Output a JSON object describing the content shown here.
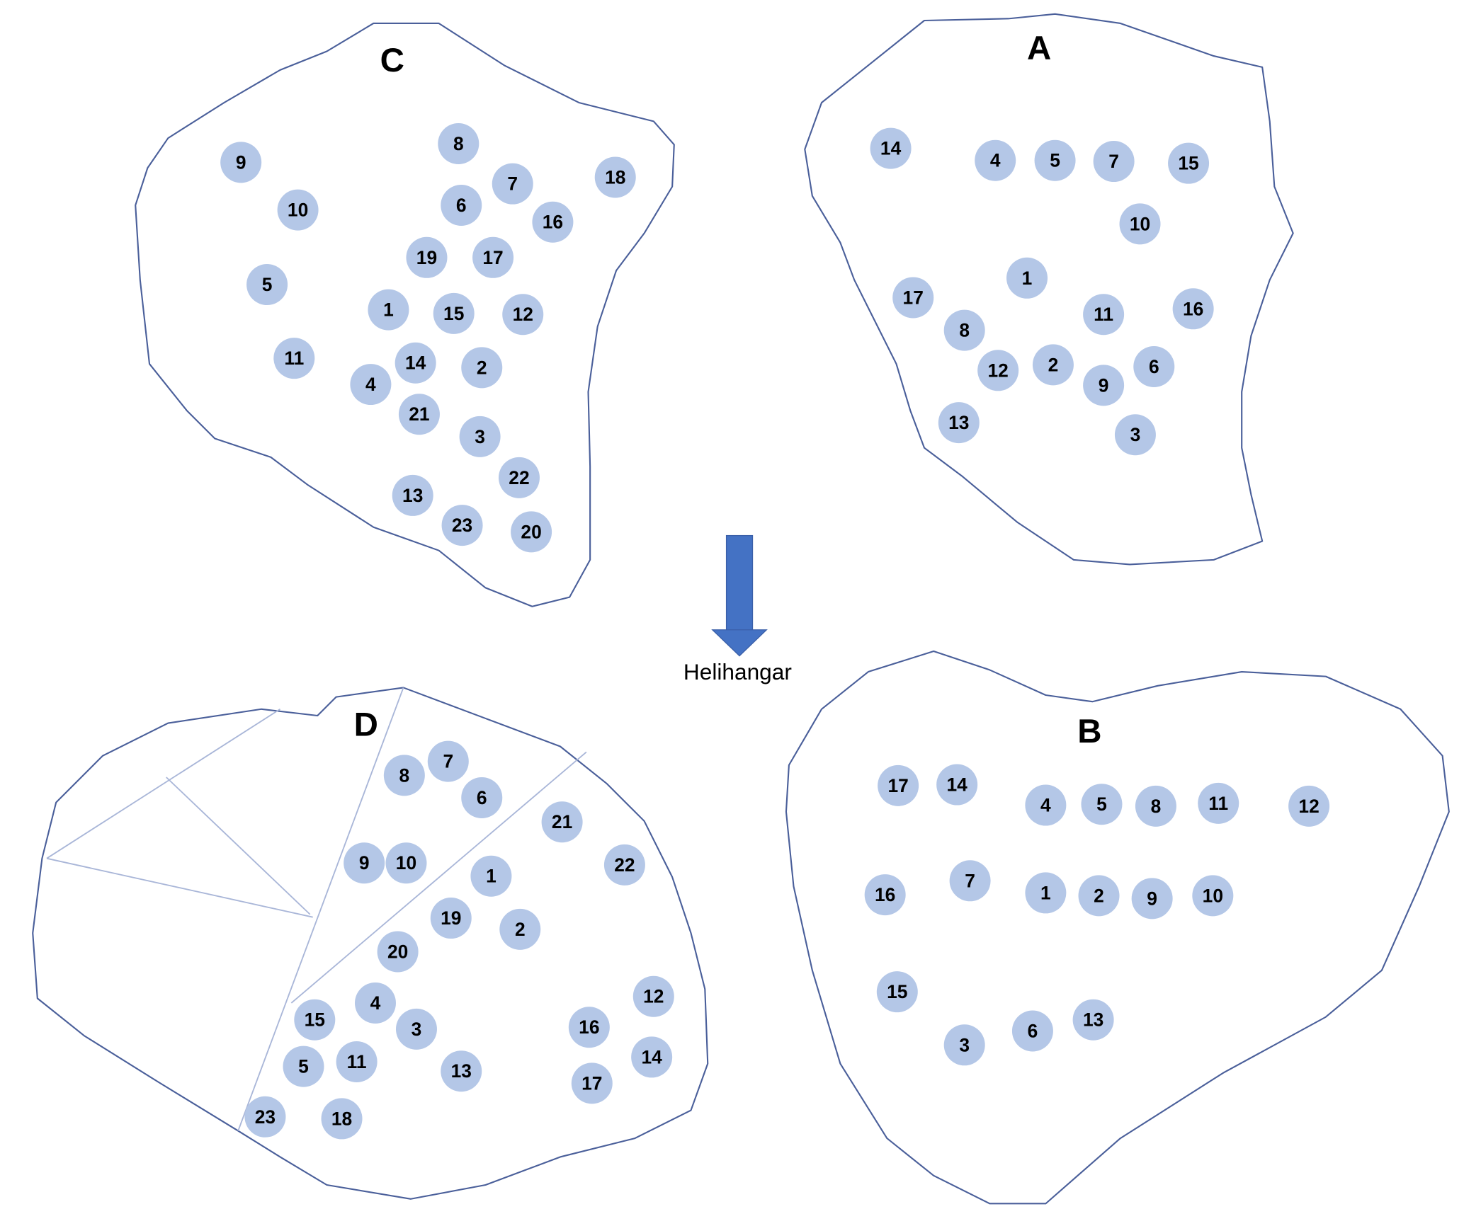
{
  "colors": {
    "node_fill": "#b4c7e7",
    "outline": "#4a5f9a",
    "arrow": "#4472c4"
  },
  "arrow_label": "Helihangar",
  "regions": {
    "C": {
      "title": "C",
      "nodes": [
        "9",
        "10",
        "5",
        "11",
        "8",
        "7",
        "18",
        "6",
        "16",
        "19",
        "17",
        "1",
        "15",
        "12",
        "14",
        "2",
        "4",
        "21",
        "3",
        "22",
        "13",
        "23",
        "20"
      ]
    },
    "A": {
      "title": "A",
      "nodes": [
        "14",
        "4",
        "5",
        "7",
        "15",
        "10",
        "1",
        "17",
        "8",
        "11",
        "16",
        "12",
        "2",
        "9",
        "6",
        "13",
        "3"
      ]
    },
    "B": {
      "title": "B",
      "nodes": [
        "17",
        "14",
        "4",
        "5",
        "8",
        "11",
        "12",
        "16",
        "7",
        "1",
        "2",
        "9",
        "10",
        "15",
        "3",
        "6",
        "13"
      ]
    },
    "D": {
      "title": "D",
      "nodes": [
        "8",
        "7",
        "6",
        "21",
        "22",
        "9",
        "10",
        "1",
        "19",
        "2",
        "20",
        "12",
        "4",
        "15",
        "3",
        "16",
        "14",
        "5",
        "11",
        "13",
        "17",
        "23",
        "18"
      ]
    }
  }
}
